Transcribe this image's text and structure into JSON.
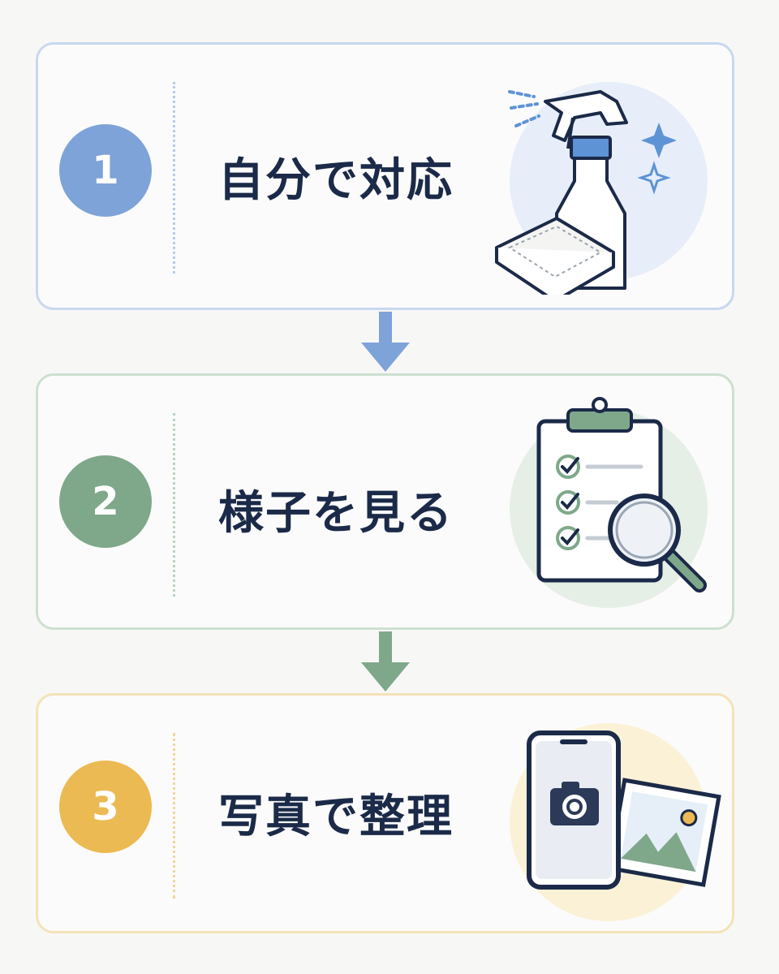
{
  "steps": [
    {
      "number": "1",
      "label": "自分で対応",
      "icon": "spray-bottle-and-cloth-icon",
      "color": "#7ea3d8"
    },
    {
      "number": "2",
      "label": "様子を見る",
      "icon": "checklist-clipboard-magnifier-icon",
      "color": "#7fa88a"
    },
    {
      "number": "3",
      "label": "写真で整理",
      "icon": "phone-camera-photo-icon",
      "color": "#ecba52"
    }
  ],
  "arrows": [
    {
      "icon": "arrow-down-icon",
      "color": "#7ea3d8"
    },
    {
      "icon": "arrow-down-icon",
      "color": "#7fa88a"
    }
  ],
  "colors": {
    "text": "#1b2a48",
    "background": "#f7f7f6"
  }
}
